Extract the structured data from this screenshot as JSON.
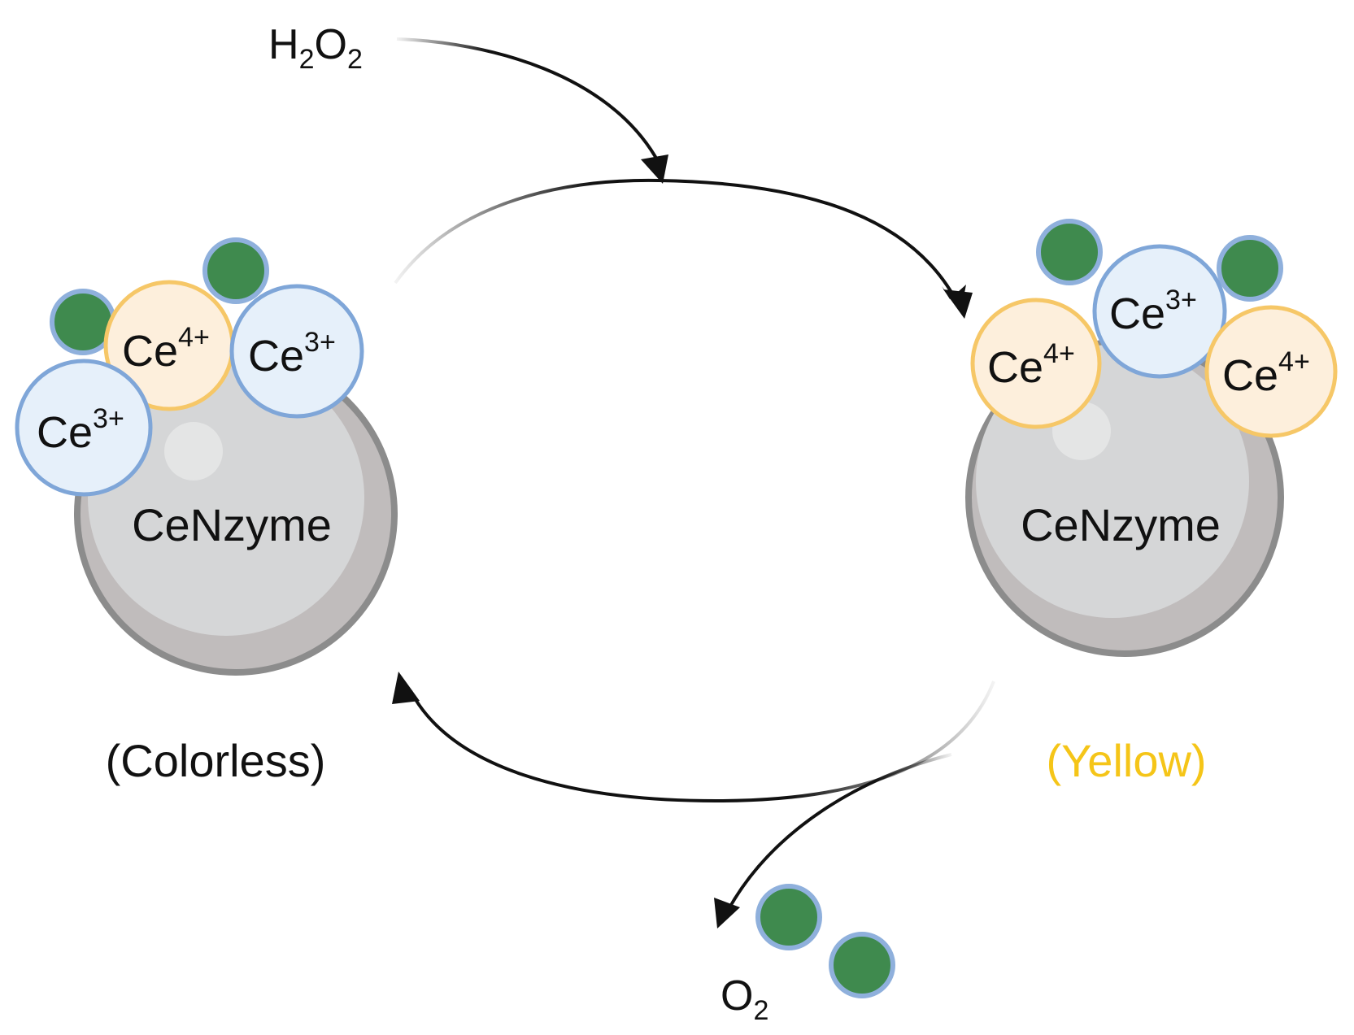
{
  "reactant": {
    "label": "H",
    "sub1": "2",
    "mid": "O",
    "sub2": "2"
  },
  "product": {
    "label": "O",
    "sub": "2"
  },
  "left_particle": {
    "name": "CeNzyme",
    "state": "(Colorless)",
    "ions": [
      {
        "base": "Ce",
        "charge": "4+",
        "kind": "ce4"
      },
      {
        "base": "Ce",
        "charge": "3+",
        "kind": "ce3"
      },
      {
        "base": "Ce",
        "charge": "3+",
        "kind": "ce3"
      }
    ]
  },
  "right_particle": {
    "name": "CeNzyme",
    "state": "(Yellow)",
    "ions": [
      {
        "base": "Ce",
        "charge": "3+",
        "kind": "ce3"
      },
      {
        "base": "Ce",
        "charge": "4+",
        "kind": "ce4"
      },
      {
        "base": "Ce",
        "charge": "4+",
        "kind": "ce4"
      }
    ]
  },
  "colors": {
    "ce4_fill": "#fdefdc",
    "ce4_stroke": "#f6c767",
    "ce3_fill": "#e6f0fa",
    "ce3_stroke": "#7fa6d8",
    "oxygen_fill": "#3f8a4e",
    "oxygen_stroke": "#8fb0dc",
    "sphere_outer": "#c0bcbc",
    "sphere_inner": "#d5d6d7",
    "sphere_stroke": "#8c8c8c",
    "yellow_text": "#f5c518",
    "arrow": "#111111"
  }
}
